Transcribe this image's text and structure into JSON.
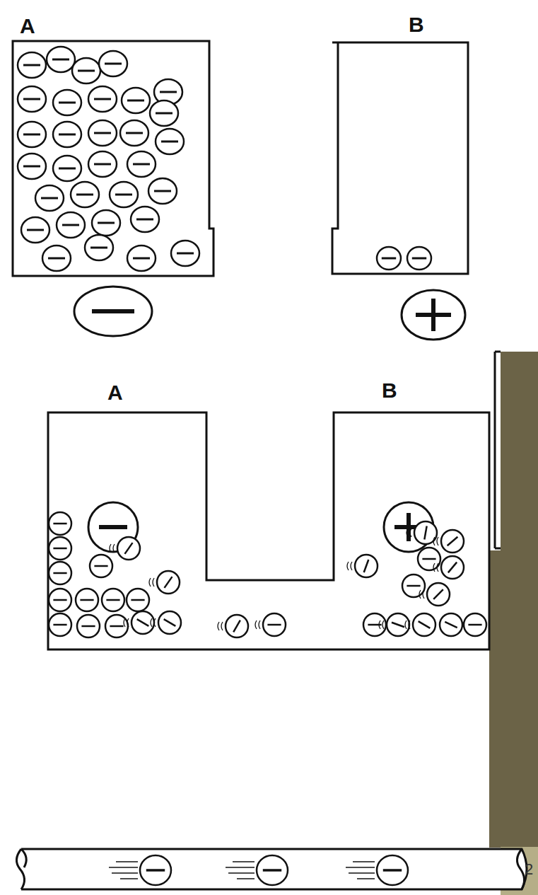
{
  "diagram": {
    "labels": [
      "A",
      "B",
      "A",
      "B",
      "2"
    ]
  }
}
